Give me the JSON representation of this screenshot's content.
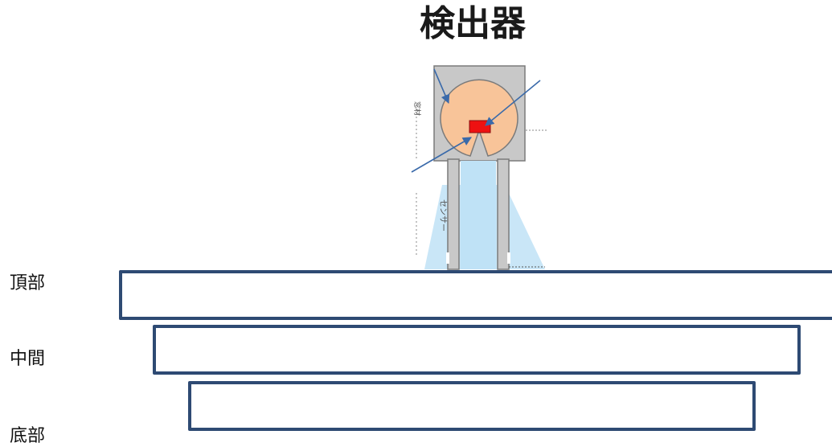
{
  "diagram": {
    "title": "検出器",
    "detector": {
      "window_label": "窓材",
      "sensor_label": "センサー"
    },
    "layers": [
      {
        "label": "頂部"
      },
      {
        "label": "中間"
      },
      {
        "label": "底部"
      }
    ]
  },
  "colors": {
    "layer_border": "#2e4a73",
    "housing": "#c8c8c8",
    "lens": "#f8c499",
    "element": "#ee1111",
    "beam": "#bfe2f6",
    "arrow": "#3a6aaa"
  }
}
